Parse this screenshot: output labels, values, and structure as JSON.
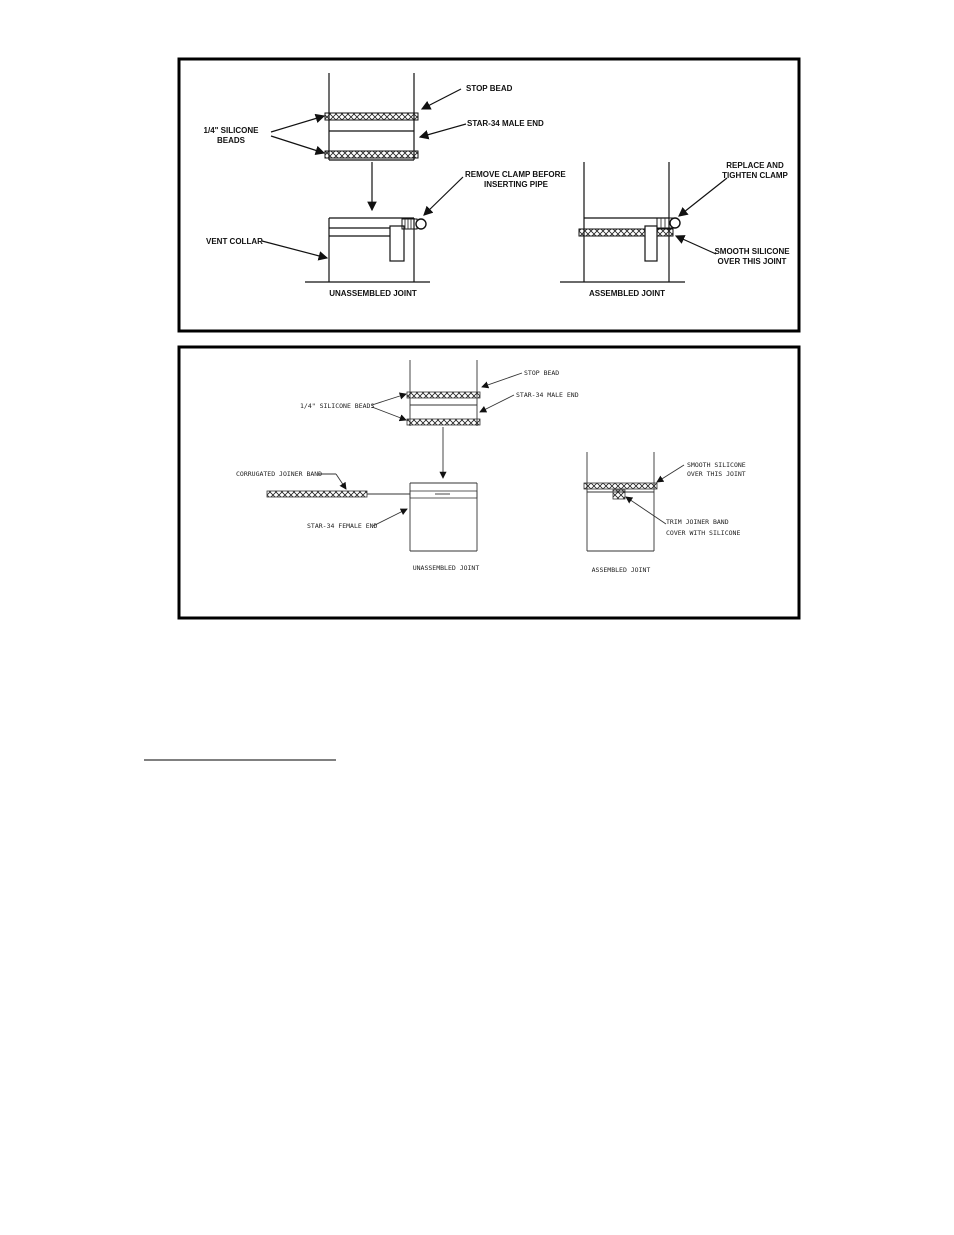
{
  "panel1": {
    "labels": {
      "stop_bead": "STOP BEAD",
      "silicone_beads": [
        "1/4\" SILICONE",
        "BEADS"
      ],
      "star34_male_end": "STAR-34 MALE END",
      "remove_clamp": [
        "REMOVE CLAMP BEFORE",
        "INSERTING PIPE"
      ],
      "vent_collar": "VENT COLLAR",
      "unassembled_joint": "UNASSEMBLED JOINT",
      "replace_clamp": [
        "REPLACE AND",
        "TIGHTEN CLAMP"
      ],
      "smooth_silicone": [
        "SMOOTH SILICONE",
        "OVER THIS JOINT"
      ],
      "assembled_joint": "ASSEMBLED JOINT"
    }
  },
  "panel2": {
    "labels": {
      "stop_bead": "STOP BEAD",
      "silicone_beads": "1/4\" SILICONE BEADS",
      "star34_male_end": "STAR-34 MALE END",
      "corrugated_joiner_band": "CORRUGATED JOINER BAND",
      "star34_female_end": "STAR-34 FEMALE END",
      "unassembled_joint": "UNASSEMBLED JOINT",
      "smooth_silicone": [
        "SMOOTH SILICONE",
        "OVER THIS JOINT"
      ],
      "trim_joiner_band": [
        "TRIM JOINER BAND",
        "COVER WITH SILICONE"
      ],
      "assembled_joint": "ASSEMBLED JOINT"
    }
  }
}
